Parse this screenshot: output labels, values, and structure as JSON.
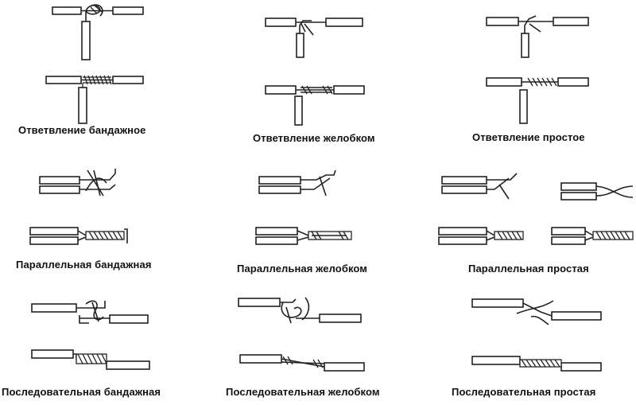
{
  "captions": {
    "branch_bandage": "Ответвление бандажное",
    "branch_groove": "Ответвление желобком",
    "branch_simple": "Ответвление простое",
    "parallel_bandage": "Параллельная бандажная",
    "parallel_groove": "Параллельная желобком",
    "parallel_simple": "Параллельная простая",
    "serial_bandage": "Последовательная бандажная",
    "serial_groove": "Последовательная желобком",
    "serial_simple": "Последовательная простая"
  }
}
